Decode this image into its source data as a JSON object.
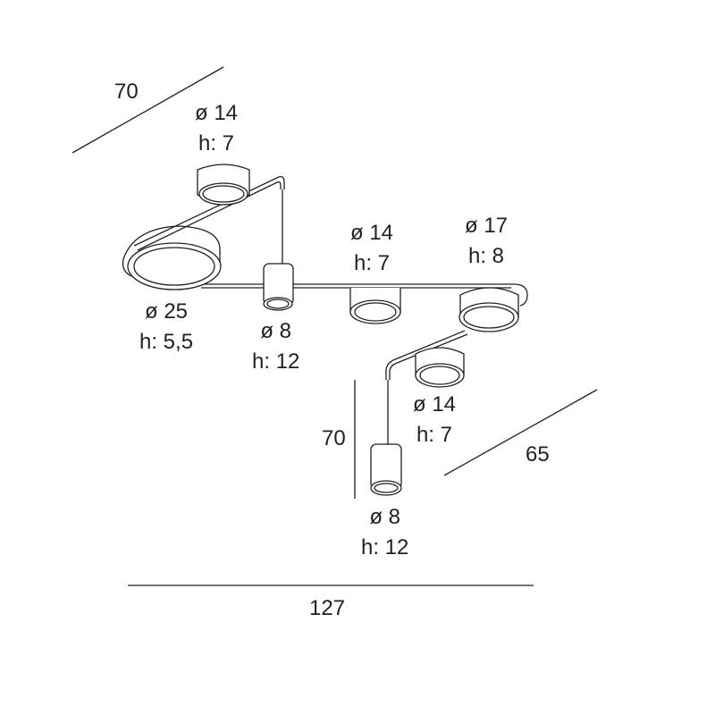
{
  "diagram": {
    "title": "Ceiling lamp technical drawing",
    "line_color": "#231f20",
    "dimensions": {
      "top_left_depth": "70",
      "right_depth": "65",
      "pendant_drop": "70",
      "total_width": "127"
    },
    "lights": [
      {
        "id": "top-spot",
        "diameter": "ø 14",
        "height": "h: 7"
      },
      {
        "id": "large-disc",
        "diameter": "ø 25",
        "height": "h: 5,5"
      },
      {
        "id": "small-pendant-left",
        "diameter": "ø 8",
        "height": "h: 12"
      },
      {
        "id": "center-spot",
        "diameter": "ø 14",
        "height": "h: 7"
      },
      {
        "id": "right-spot",
        "diameter": "ø 17",
        "height": "h: 8"
      },
      {
        "id": "lower-right-spot",
        "diameter": "ø 14",
        "height": "h: 7"
      },
      {
        "id": "hanging-pendant",
        "diameter": "ø 8",
        "height": "h: 12"
      }
    ]
  }
}
